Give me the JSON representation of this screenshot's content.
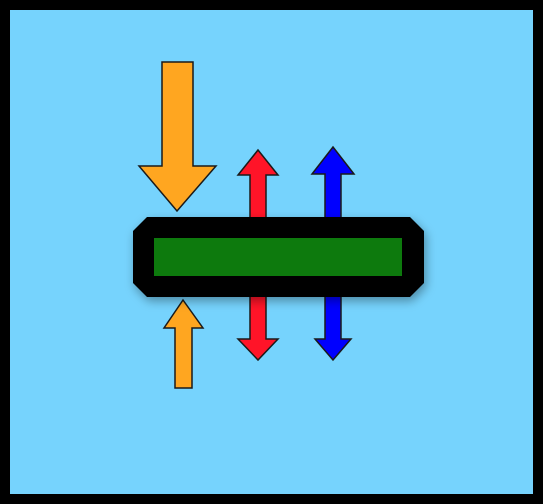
{
  "colors": {
    "background": "#76d3fd",
    "frame": "#000000",
    "slab_outer": "#000000",
    "slab_inner": "#0b7a0b",
    "arrow_orange": "#ffa620",
    "arrow_red": "#ff1428",
    "arrow_blue": "#0000ff",
    "arrow_outline": "#1a1a1a"
  },
  "diagram": {
    "elements": [
      {
        "name": "frame",
        "shape": "rectangle"
      },
      {
        "name": "slab",
        "shape": "rounded-bar"
      },
      {
        "name": "orange-arrow-large",
        "direction": "down",
        "color": "orange"
      },
      {
        "name": "orange-arrow-small",
        "direction": "up",
        "color": "orange"
      },
      {
        "name": "red-arrow-upper",
        "direction": "up",
        "color": "red"
      },
      {
        "name": "red-arrow-lower",
        "direction": "down",
        "color": "red"
      },
      {
        "name": "blue-arrow-upper",
        "direction": "up",
        "color": "blue"
      },
      {
        "name": "blue-arrow-lower",
        "direction": "down",
        "color": "blue"
      }
    ]
  }
}
